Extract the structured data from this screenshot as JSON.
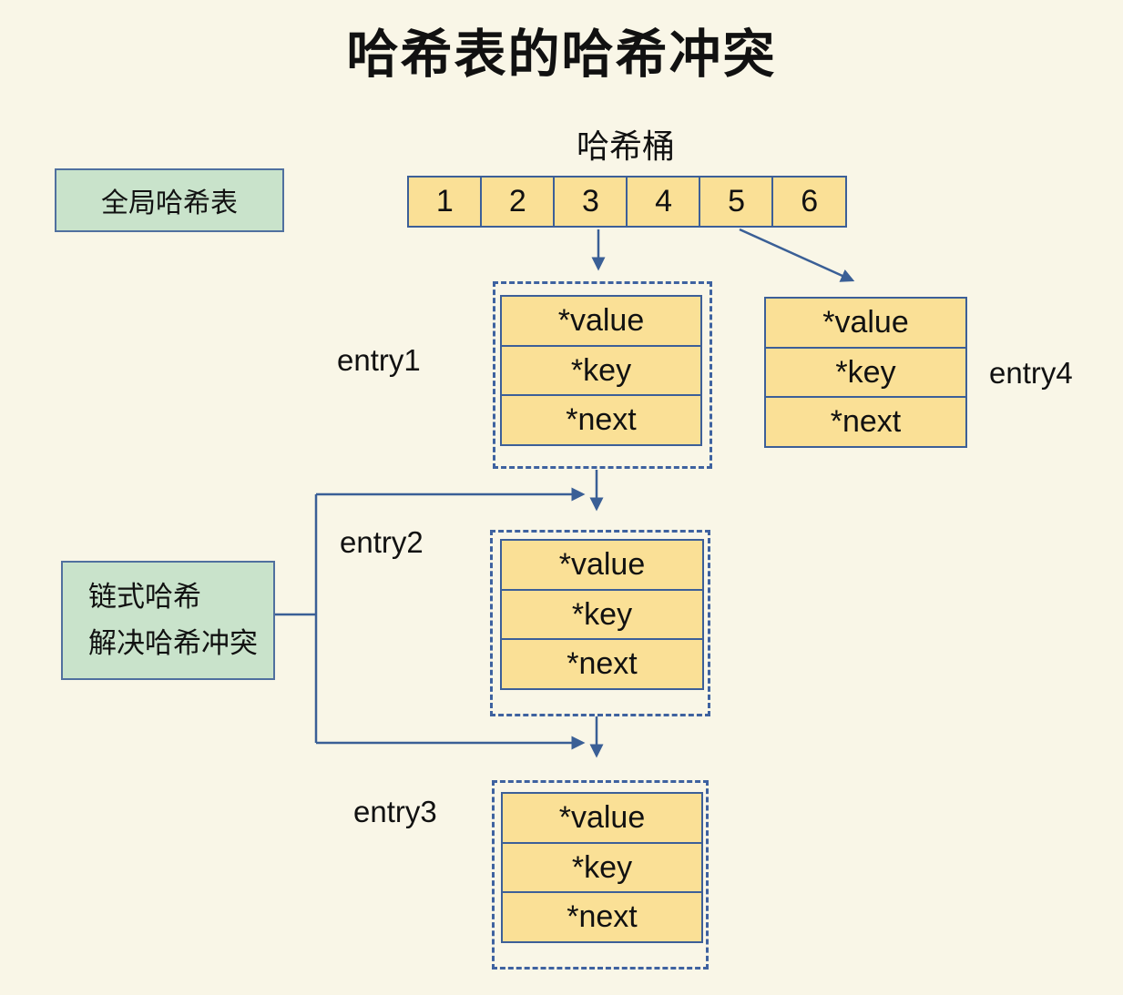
{
  "title": "哈希表的哈希冲突",
  "bucket": {
    "label": "哈希桶",
    "cells": [
      "1",
      "2",
      "3",
      "4",
      "5",
      "6"
    ]
  },
  "annotations": {
    "global_hash_table": "全局哈希表",
    "chained_hash_line1": "链式哈希",
    "chained_hash_line2": "解决哈希冲突"
  },
  "entries": [
    {
      "label": "entry1",
      "fields": [
        "*value",
        "*key",
        "*next"
      ],
      "dashed_outline": true
    },
    {
      "label": "entry2",
      "fields": [
        "*value",
        "*key",
        "*next"
      ],
      "dashed_outline": true
    },
    {
      "label": "entry3",
      "fields": [
        "*value",
        "*key",
        "*next"
      ],
      "dashed_outline": true
    },
    {
      "label": "entry4",
      "fields": [
        "*value",
        "*key",
        "*next"
      ],
      "dashed_outline": false
    }
  ],
  "colors": {
    "background": "#F9F6E7",
    "cell_fill": "#FAE096",
    "cell_border": "#3C5F98",
    "dashed_border": "#3E62A0",
    "green_fill": "#C9E3CB",
    "green_border": "#50709F",
    "arrow": "#3A5F96",
    "text": "#111111"
  }
}
